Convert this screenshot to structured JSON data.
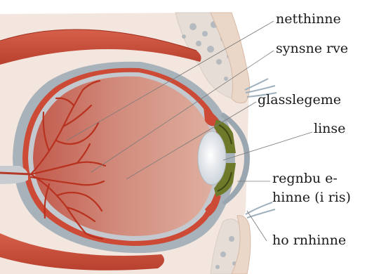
{
  "labels": {
    "netthinne": "netthinne",
    "synsnerve": "synsne rve",
    "glasslegeme": "glasslegeme",
    "linse": "linse",
    "iris_line1": "regnbu e-",
    "iris_line2": "hinne (i ris)",
    "hornhinne": "ho rnhinne"
  }
}
